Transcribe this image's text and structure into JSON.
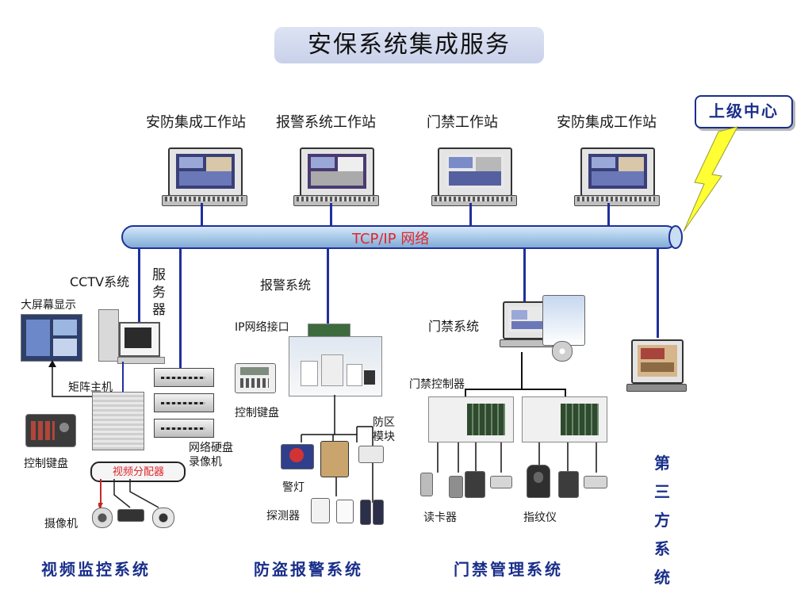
{
  "title": "安保系统集成服务",
  "upper_center": "上级中心",
  "network": "TCP/IP 网络",
  "workstations": [
    "安防集成工作站",
    "报警系统工作站",
    "门禁工作站",
    "安防集成工作站"
  ],
  "cctv": {
    "label": "CCTV系统",
    "server": "服务器",
    "big_screen": "大屏幕显示",
    "matrix": "矩阵主机",
    "keyboard": "控制键盘",
    "video_dist": "视频分配器",
    "nvr": "网络硬盘录像机",
    "camera": "摄像机",
    "subsystem": "视频监控系统"
  },
  "alarm": {
    "label": "报警系统",
    "ip_interface": "IP网络接口",
    "keyboard": "控制键盘",
    "zone_module": "防区模块",
    "alarm_light": "警灯",
    "detector": "探测器",
    "subsystem": "防盗报警系统"
  },
  "access": {
    "label": "门禁系统",
    "controller": "门禁控制器",
    "card_reader": "读卡器",
    "fingerprint": "指纹仪",
    "subsystem": "门禁管理系统"
  },
  "third_party": "第三方系统",
  "colors": {
    "connector": "#20309c",
    "pipe": "#a9cbe9",
    "network_text": "#e0262b",
    "lightning": "#ffff33",
    "subsystem_text": "#1a2f8a",
    "title_bg": "#d3daef"
  },
  "icons": [
    "monitor-icon",
    "lightning-icon",
    "camera-icon",
    "dvr-icon",
    "card-reader-icon",
    "fingerprint-icon"
  ]
}
